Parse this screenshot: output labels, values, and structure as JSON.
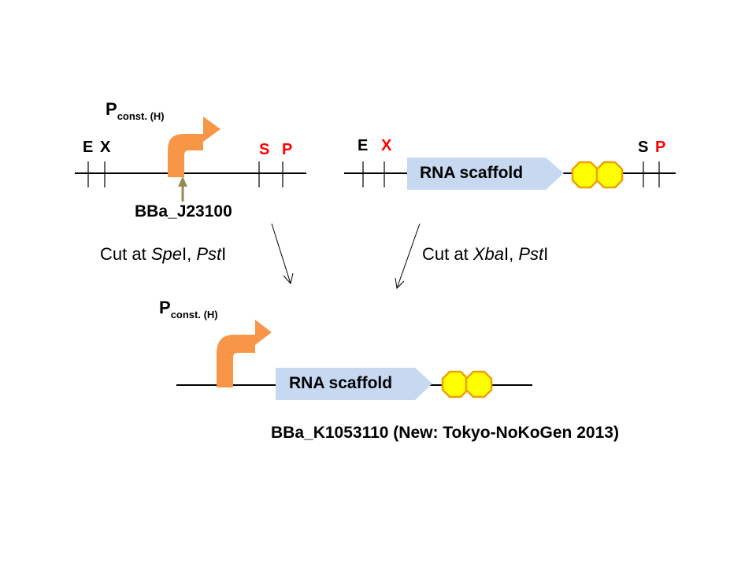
{
  "promoter_label": {
    "main": "P",
    "sub": "const. (H)"
  },
  "sites": {
    "E": "E",
    "X": "X",
    "S": "S",
    "P": "P"
  },
  "part_top_left": "BBa_J23100",
  "scaffold_label": "RNA scaffold",
  "cut_left": {
    "prefix": "Cut at ",
    "enzyme1": "Spe",
    "sep": "I, ",
    "enzyme2": "Pst",
    "suffix": "I"
  },
  "cut_right": {
    "prefix": "Cut at ",
    "enzyme1": "Xba",
    "sep": "I, ",
    "enzyme2": "Pst",
    "suffix": "I"
  },
  "result_part": "BBa_K1053110 (New: Tokyo-NoKoGen 2013)",
  "colors": {
    "promoter_arrow": "#f79646",
    "scaffold_fill": "#c6d9f1",
    "terminator_fill": "#ffff00",
    "terminator_stroke": "#f0a000",
    "pointer_arrow": "#948a54",
    "restriction_red": "#ff0000"
  },
  "icons": [
    "promoter-arrow-icon",
    "terminator-icon",
    "pointer-arrow-icon"
  ]
}
